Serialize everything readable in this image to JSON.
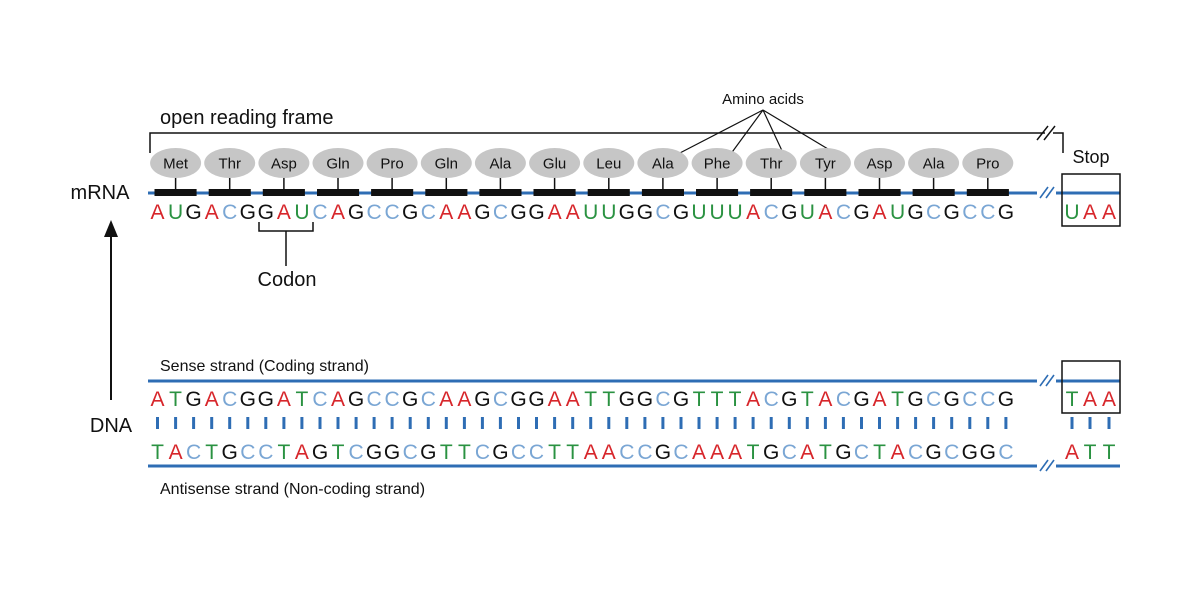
{
  "labels": {
    "orf": "open reading frame",
    "amino_acids": "Amino acids",
    "stop": "Stop",
    "mrna": "mRNA",
    "codon": "Codon",
    "dna": "DNA",
    "sense": "Sense strand (Coding strand)",
    "antisense": "Antisense strand (Non-coding strand)"
  },
  "amino_acids": [
    "Met",
    "Thr",
    "Asp",
    "Gln",
    "Pro",
    "Gln",
    "Ala",
    "Glu",
    "Leu",
    "Ala",
    "Phe",
    "Thr",
    "Tyr",
    "Asp",
    "Ala",
    "Pro"
  ],
  "sequences": {
    "mrna": "AUGACGGAUCAGCCGCAAGCGGAAUUGGCGUUUACGUACGAUGCGCCG",
    "mrna_stop": "UAA",
    "sense": "ATGACGGATCAGCCGCAAGCGGAATTGGCGTTTACGTACGATGCGCCG",
    "sense_stop": "TAA",
    "antisense": "TACTGCCTAGTCGGCGTTCGCCTTAACCGCAAATGCATGCTACGCGGC",
    "antisense_stop": "ATT"
  },
  "colors": {
    "A": "#d7262b",
    "U": "#2a9241",
    "T": "#2a9241",
    "G": "#111111",
    "C": "#7aa6d4",
    "strand": "#2e6db4",
    "ellipse": "#c6c6c6"
  }
}
